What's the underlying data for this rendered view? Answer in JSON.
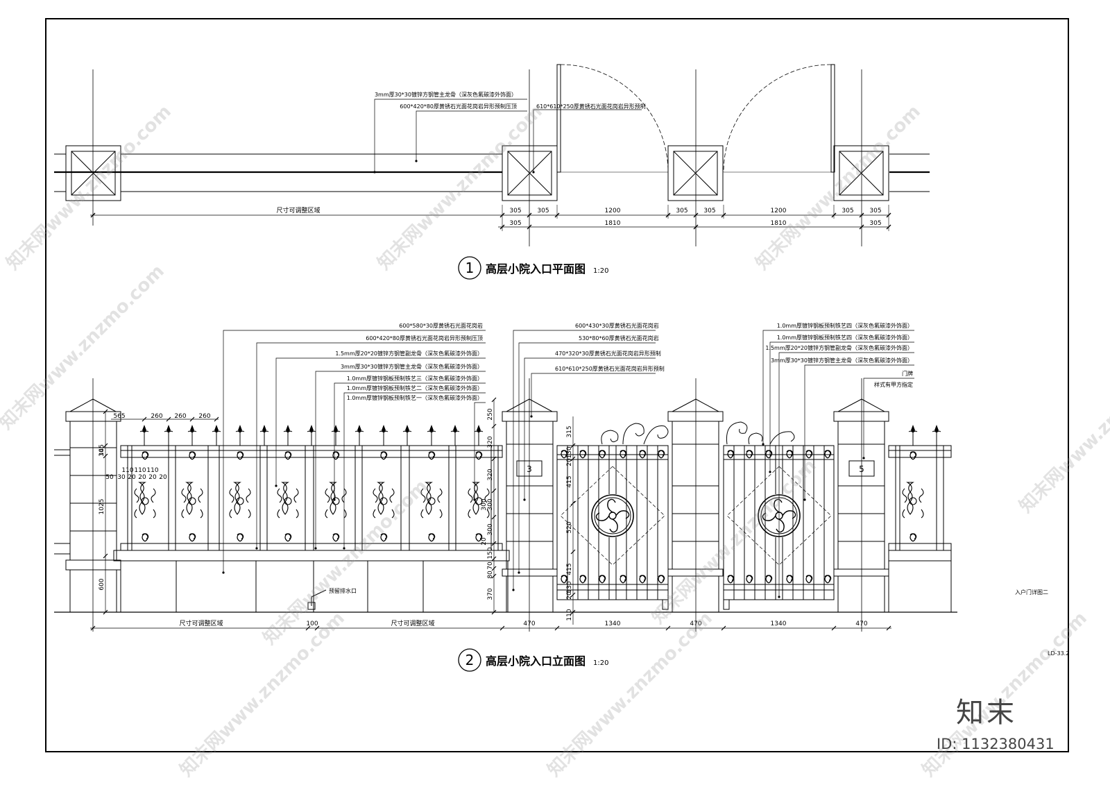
{
  "plan": {
    "annotations": {
      "main_keel": "3mm厚30*30镀锌方钢管主龙骨（深灰色氟碳漆外饰面）",
      "coping": "600*420*80厚黄锈石光面花岗岩异形预制压顶",
      "pier_cap": "610*610*250厚黄锈石光面花岗岩异形预制"
    },
    "dims_row1": [
      "305",
      "305",
      "1200",
      "305",
      "305",
      "1200",
      "305",
      "305"
    ],
    "dims_row2": [
      "305",
      "1810",
      "1810",
      "305"
    ],
    "adjustable": "尺寸可调整区域",
    "title_no": "1",
    "title": "高层小院入口平面图",
    "scale": "1:20"
  },
  "elevation": {
    "ann_left": [
      "600*580*30厚黄锈石光面花岗岩",
      "600*420*80厚黄锈石光面花岗岩异形预制压顶",
      "1.5mm厚20*20镀锌方钢管副龙骨（深灰色氟碳漆外饰面）",
      "3mm厚30*30镀锌方钢管主龙骨（深灰色氟碳漆外饰面）",
      "1.0mm厚镀锌钢板预制铁艺三（深灰色氟碳漆外饰面）",
      "1.0mm厚镀锌钢板预制铁艺二（深灰色氟碳漆外饰面）",
      "1.0mm厚镀锌钢板预制铁艺一（深灰色氟碳漆外饰面）"
    ],
    "ann_mid": [
      "600*430*30厚黄锈石光面花岗岩",
      "530*80*60厚黄锈石光面花岗岩",
      "470*320*30厚黄锈石光面花岗岩异形预制",
      "610*610*250厚黄锈石光面花岗岩异形预制"
    ],
    "ann_right": [
      "1.0mm厚镀锌钢板预制铁艺四（深灰色氟碳漆外饰面）",
      "1.0mm厚镀锌钢板预制铁艺四（深灰色氟碳漆外饰面）",
      "1.5mm厚20*20镀锌方钢管副龙骨（深灰色氟碳漆外饰面）",
      "3mm厚30*30镀锌方钢管主龙骨（深灰色氟碳漆外饰面）",
      "门牌",
      "样式有甲方指定"
    ],
    "drain": "预留排水口",
    "house_no_left": "3",
    "house_no_right": "5",
    "top_dims": [
      "565",
      "260",
      "260",
      "260"
    ],
    "small_dims": [
      "110",
      "110",
      "110",
      "20",
      "50",
      "30",
      "20",
      "20",
      "20"
    ],
    "left_vdims": [
      "30",
      "145",
      "1025",
      "600"
    ],
    "mid_vdims": [
      "250",
      "320",
      "320",
      "300",
      "300",
      "300",
      "20",
      "150",
      "70",
      "80",
      "370"
    ],
    "gate_vdims": [
      "315",
      "130",
      "20",
      "415",
      "520",
      "415",
      "130",
      "20",
      "110"
    ],
    "bottom_dims": [
      "尺寸可调整区域",
      "100",
      "尺寸可调整区域",
      "470",
      "1340",
      "470",
      "1340",
      "470"
    ],
    "detail_note": "入户门详图二",
    "drawing_no": "LD-33.2",
    "title_no": "2",
    "title": "高层小院入口立面图",
    "scale": "1:20"
  },
  "watermark": {
    "text": "知末网www.znzmo.com",
    "brand": "知末",
    "id": "ID: 1132380431"
  }
}
